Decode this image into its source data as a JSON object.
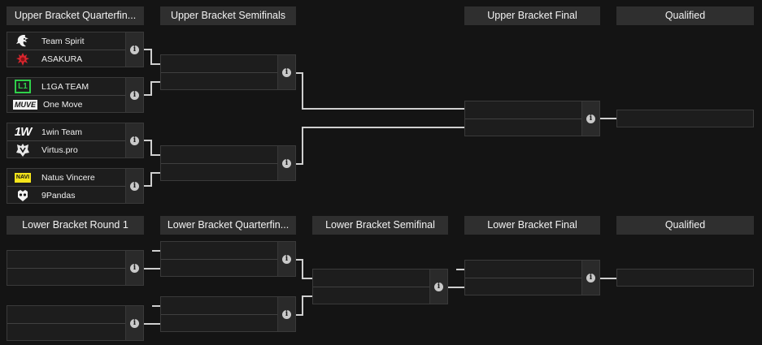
{
  "upper_headers": {
    "quarterfinals": "Upper Bracket Quarterfin...",
    "semifinals": "Upper Bracket Semifinals",
    "final": "Upper Bracket Final",
    "qualified": "Qualified"
  },
  "lower_headers": {
    "round1": "Lower Bracket Round 1",
    "quarterfinals": "Lower Bracket Quarterfin...",
    "semifinal": "Lower Bracket Semifinal",
    "final": "Lower Bracket Final",
    "qualified": "Qualified"
  },
  "info_glyph": "i",
  "upper_quarterfinals": [
    {
      "team1": {
        "name": "Team Spirit",
        "icon": "team-spirit-icon"
      },
      "team2": {
        "name": "ASAKURA",
        "icon": "asakura-icon"
      }
    },
    {
      "team1": {
        "name": "L1GA TEAM",
        "icon": "l1ga-team-icon"
      },
      "team2": {
        "name": "One Move",
        "icon": "one-move-icon"
      }
    },
    {
      "team1": {
        "name": "1win Team",
        "icon": "1win-team-icon"
      },
      "team2": {
        "name": "Virtus.pro",
        "icon": "virtus-pro-icon"
      }
    },
    {
      "team1": {
        "name": "Natus Vincere",
        "icon": "natus-vincere-icon"
      },
      "team2": {
        "name": "9Pandas",
        "icon": "9pandas-icon"
      }
    }
  ],
  "logo_text": {
    "l1ga": "L1",
    "one_move": "MUVE",
    "win1": "1W",
    "navi": "NAVI"
  },
  "colors": {
    "background": "#141414",
    "header": "#2f2f2f",
    "match": "#1d1d1d",
    "connector": "#cfcfcf",
    "asakura_red": "#d8262e",
    "l1ga_green": "#2fd04a",
    "navi_yellow": "#f5e51b"
  }
}
